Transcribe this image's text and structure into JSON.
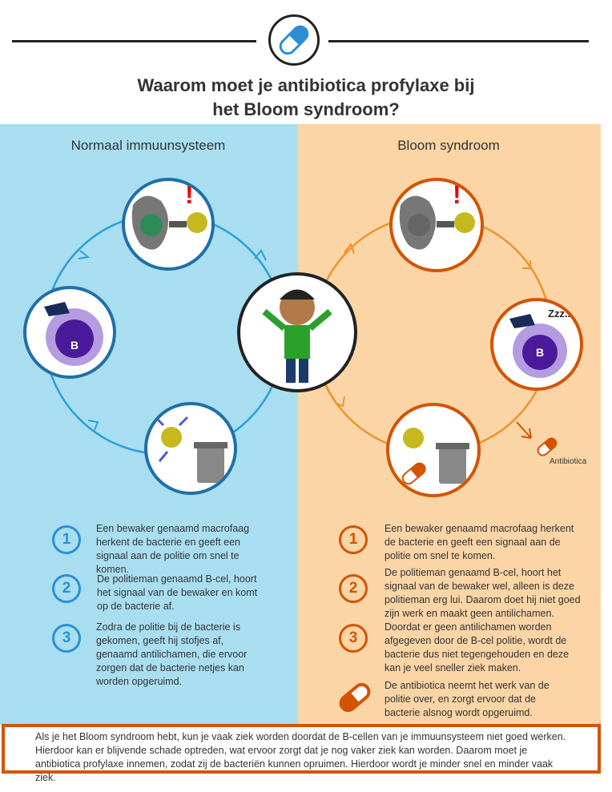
{
  "title_line1": "Waarom moet je antibiotica profylaxe bij",
  "title_line2": "het Bloom syndroom?",
  "left": {
    "heading": "Normaal immuunsysteem",
    "color": "#2b8fd8",
    "bg": "#a8def0",
    "steps": [
      {
        "num": "1",
        "text": "Een bewaker genaamd macrofaag herkent de bacterie en geeft een signaal aan de politie om snel te komen."
      },
      {
        "num": "2",
        "text": "De politieman genaamd B-cel, hoort het signaal van de bewaker en komt op de bacterie af."
      },
      {
        "num": "3",
        "text": "Zodra de politie bij de bacterie is gekomen, geeft hij stofjes af, genaamd antilichamen, die ervoor zorgen dat de bacterie netjes kan worden opgeruimd."
      }
    ]
  },
  "right": {
    "heading": "Bloom syndroom",
    "color": "#d35400",
    "bg": "#fbd5a6",
    "steps": [
      {
        "num": "1",
        "text": "Een bewaker genaamd macrofaag herkent de bacterie en geeft een signaal aan de politie om snel te komen."
      },
      {
        "num": "2",
        "text": "De politieman genaamd B-cel, hoort het signaal van de bewaker wel, alleen is deze politieman erg lui. Daarom doet hij niet goed zijn werk en maakt geen antilichamen."
      },
      {
        "num": "3",
        "text": "Doordat er geen antilichamen worden afgegeven door de B-cel politie, wordt de bacterie dus niet tegengehouden en deze kan je veel sneller ziek maken."
      },
      {
        "icon": "pill-icon",
        "text": "De antibiotica neemt het werk van de politie over, en zorgt ervoor dat de bacterie alsnog wordt opgeruimd."
      }
    ],
    "antibiotic_label": "Antibiotica",
    "sleep_label": "Zzz.."
  },
  "bcell_label": "B",
  "alert": "!",
  "bottom_text": "Als je het Bloom syndroom hebt, kun je vaak ziek worden doordat de B-cellen van je immuunsysteem niet goed werken. Hierdoor kan er blijvende schade optreden, wat ervoor zorgt dat je nog vaker ziek kan worden. Daarom moet je antibiotica profylaxe innemen, zodat zij de bacteriën kunnen opruimen. Hierdoor wordt je minder snel en minder vaak ziek."
}
